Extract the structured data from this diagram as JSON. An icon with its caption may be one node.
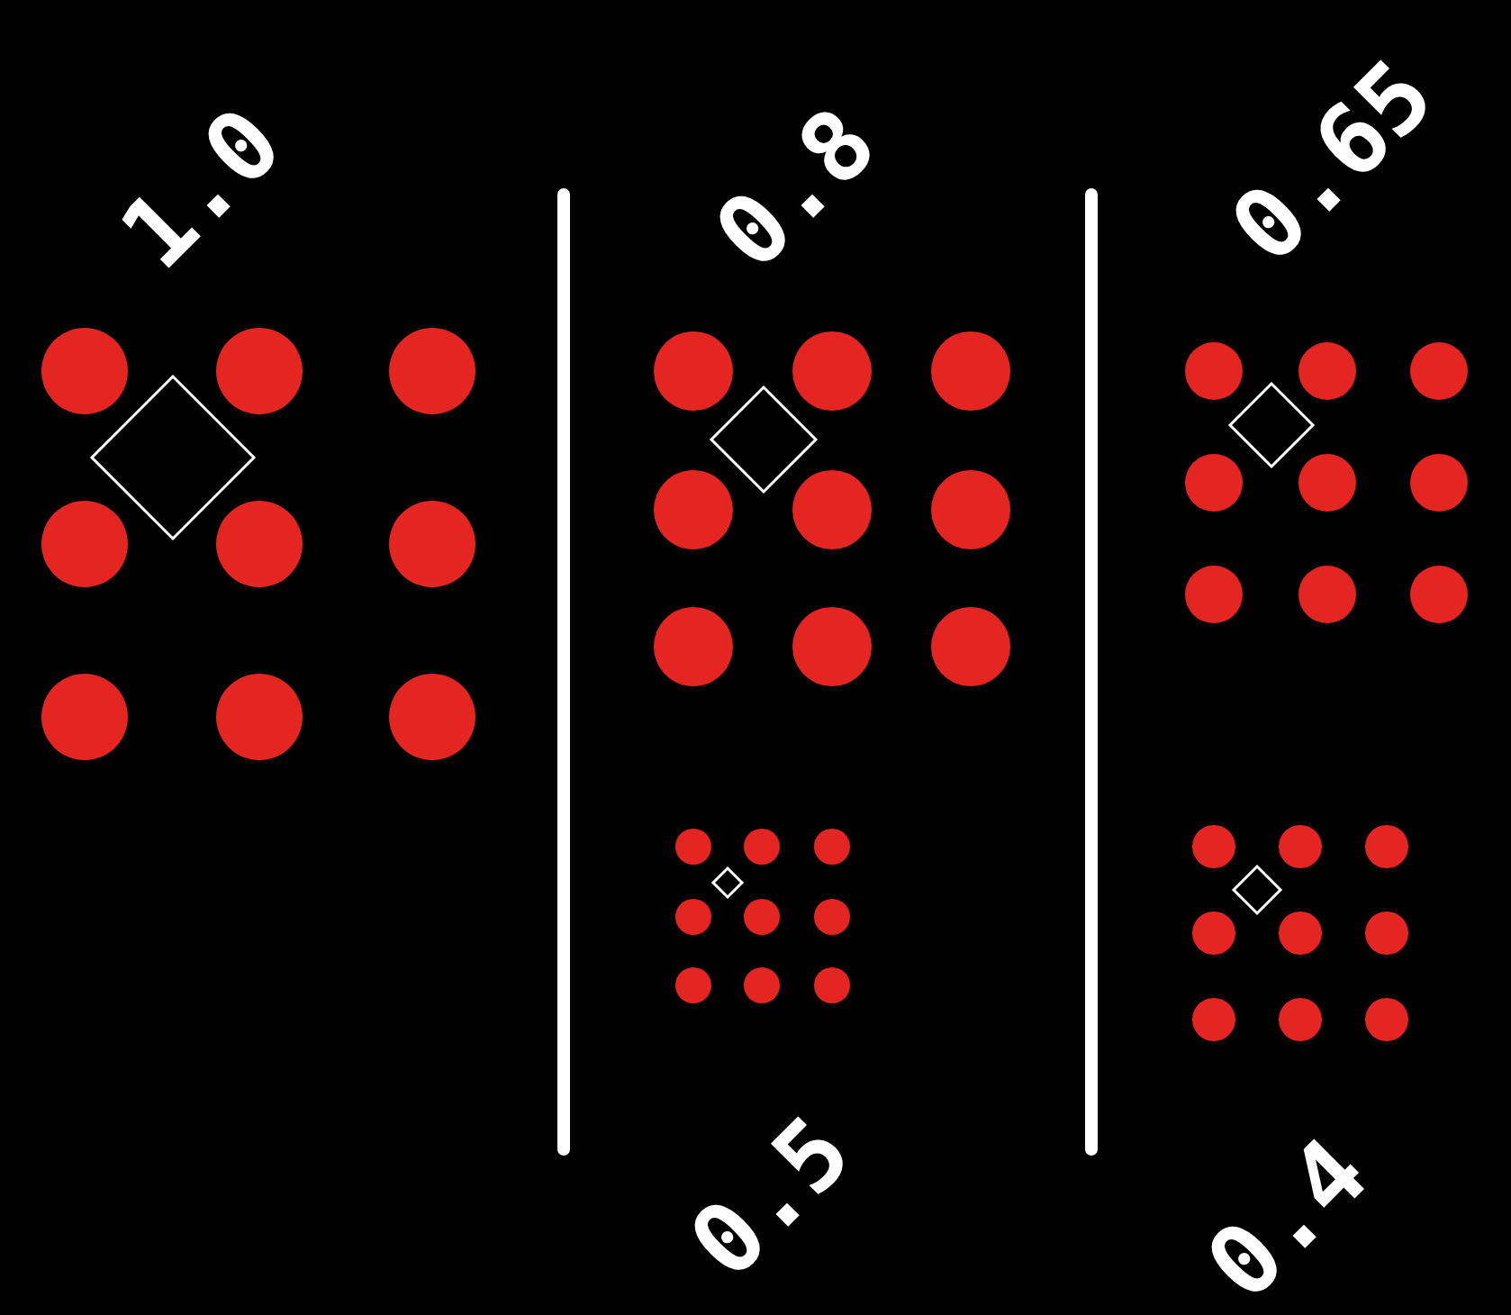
{
  "diagram": {
    "labels": [
      "1.0",
      "0.8",
      "0.65",
      "0.5",
      "0.4"
    ]
  }
}
